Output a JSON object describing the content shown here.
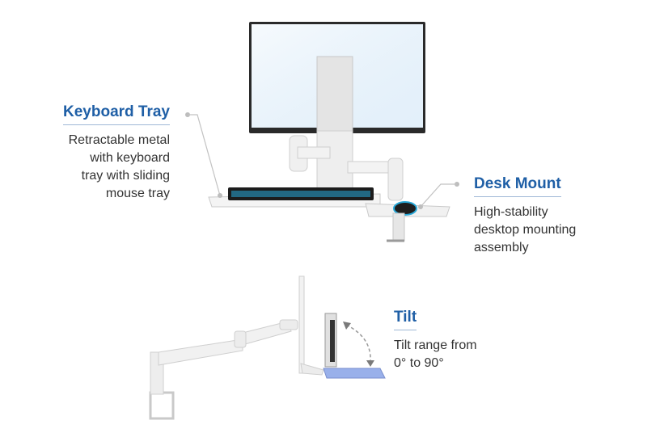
{
  "callouts": {
    "keyboard_tray": {
      "title": "Keyboard Tray",
      "lines": [
        "Retractable metal",
        "with keyboard",
        "tray with sliding",
        "mouse tray"
      ]
    },
    "desk_mount": {
      "title": "Desk Mount",
      "lines": [
        "High-stability",
        "desktop mounting",
        "assembly"
      ]
    },
    "tilt": {
      "title": "Tilt",
      "lines": [
        "Tilt range from",
        "0° to 90°"
      ]
    }
  },
  "colors": {
    "accent_title": "#1f5fa6",
    "keyboard_glow": "#28a8d8",
    "tray_blue": "#8fa8e8"
  }
}
